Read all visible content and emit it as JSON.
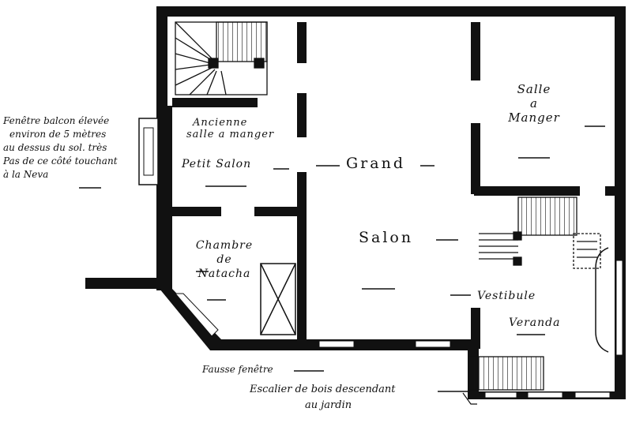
{
  "colors": {
    "ink": "#111111",
    "paper": "#ffffff"
  },
  "rooms": {
    "salle_a_manger": [
      "Salle",
      "a",
      "Manger"
    ],
    "ancienne_salle": [
      "Ancienne",
      "salle a manger"
    ],
    "petit_salon": "Petit Salon",
    "grand_salon": [
      "Grand",
      "Salon"
    ],
    "chambre_natacha": [
      "Chambre",
      "de",
      "Natacha"
    ],
    "vestibule_veranda": [
      "Vestibule",
      "Veranda"
    ]
  },
  "notes": {
    "fenetre_balcon": [
      "Fenêtre balcon élevée",
      "environ de 5 mètres",
      "au dessus du sol. très",
      "Pas de ce côté touchant",
      "à la Neva"
    ],
    "fausse_fenetre": "Fausse fenêtre",
    "escalier": [
      "Escalier de bois descendant",
      "au jardin"
    ]
  }
}
